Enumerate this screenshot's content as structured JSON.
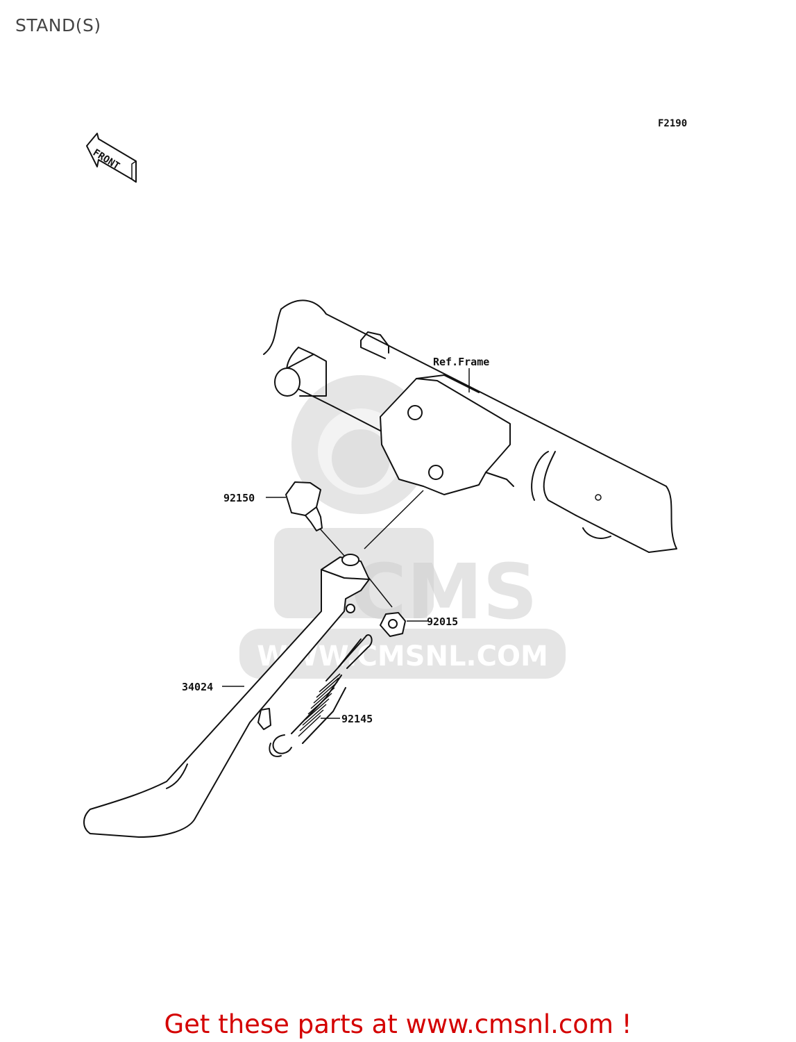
{
  "page": {
    "title": "STAND(S)",
    "figure_code": "F2190",
    "footer_text": "Get these parts at www.cmsnl.com !"
  },
  "front_arrow": {
    "label": "FRONT",
    "icon": "front-direction-arrow-icon"
  },
  "watermark": {
    "logo": "cms-logo",
    "brand": "CMS",
    "url_text": "WWW.CMSNL.COM"
  },
  "labels": {
    "ref_frame": "Ref.Frame",
    "part_92150": "92150",
    "part_92015": "92015",
    "part_34024": "34024",
    "part_92145": "92145"
  },
  "colors": {
    "footer": "#d40000",
    "line": "#111111",
    "watermark": "#cfcfcf"
  }
}
